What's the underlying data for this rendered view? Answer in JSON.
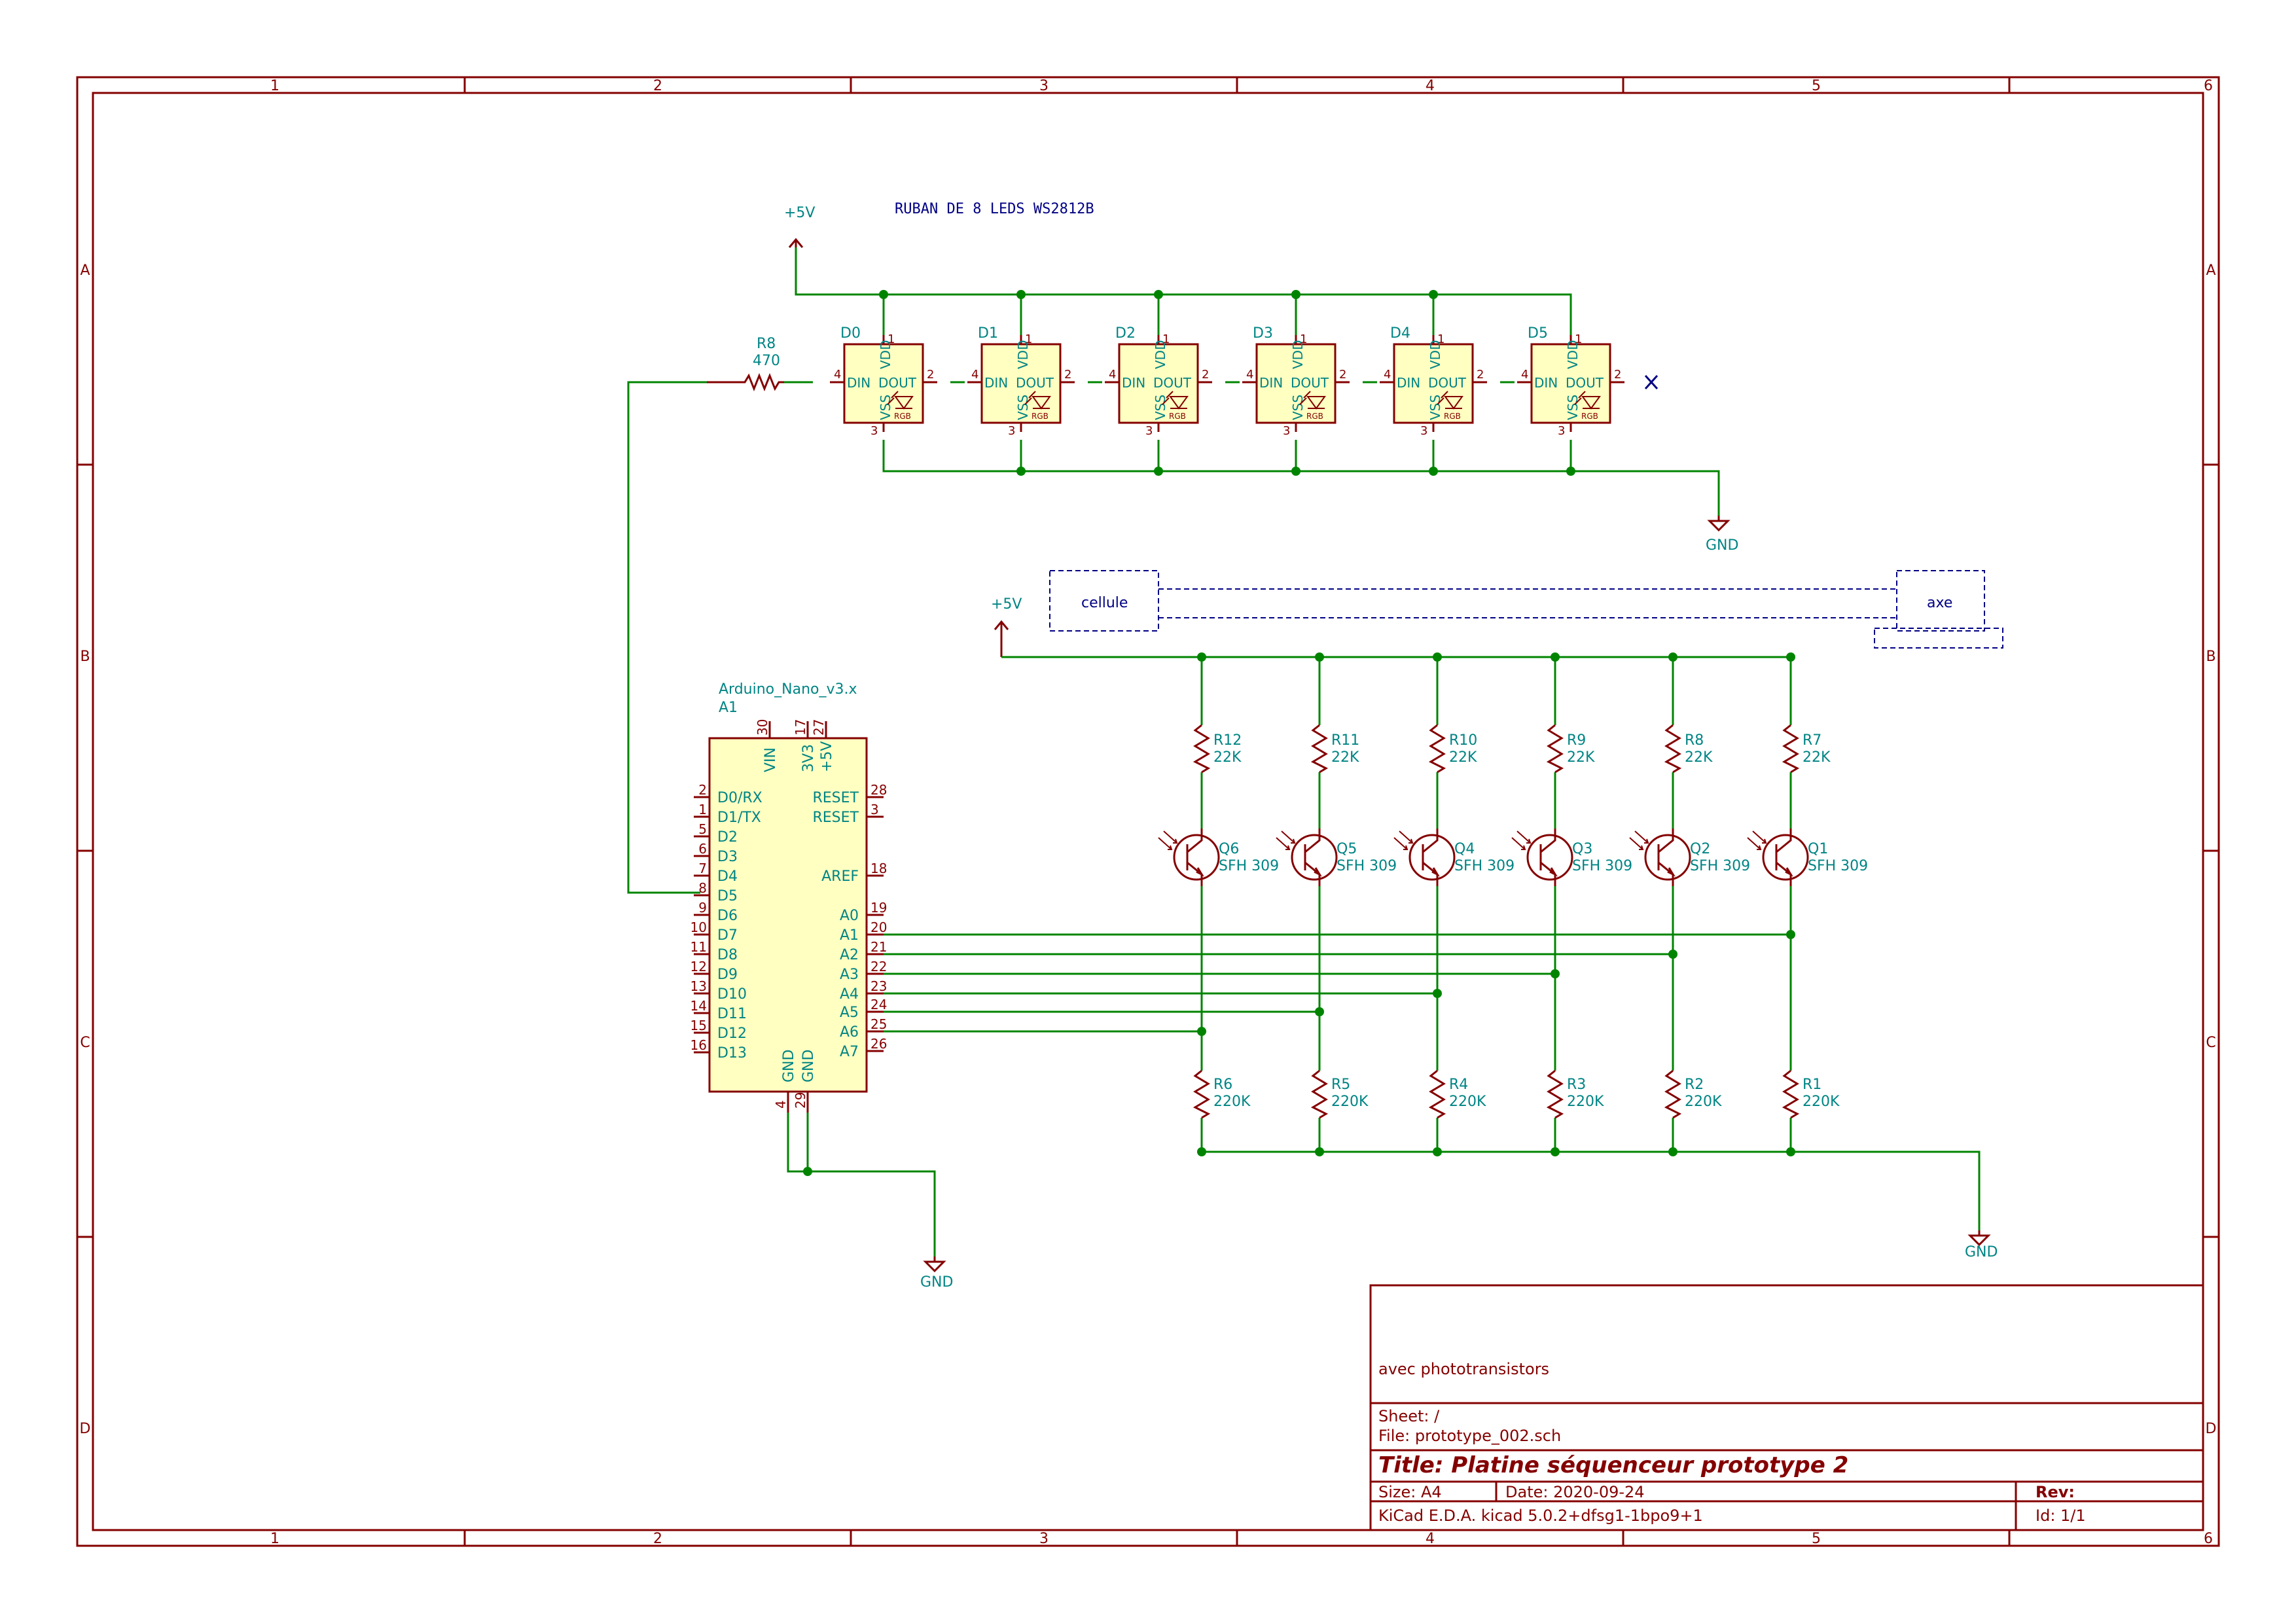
{
  "frame": {
    "columns": [
      "1",
      "2",
      "3",
      "4",
      "5",
      "6"
    ],
    "rows": [
      "A",
      "B",
      "C",
      "D"
    ]
  },
  "notes": {
    "strip_title": "RUBAN DE 8 LEDS WS2812B",
    "cellule": "cellule",
    "axe": "axe"
  },
  "power": {
    "vcc": "+5V",
    "gnd": "GND"
  },
  "r8": {
    "ref": "R8",
    "value": "470"
  },
  "leds": [
    {
      "ref": "D0"
    },
    {
      "ref": "D1"
    },
    {
      "ref": "D2"
    },
    {
      "ref": "D3"
    },
    {
      "ref": "D4"
    },
    {
      "ref": "D5"
    }
  ],
  "led_pins": {
    "din": "DIN",
    "dout": "DOUT",
    "vdd": "VDD",
    "vss": "VSS",
    "rgb": "RGB",
    "n_din": "4",
    "n_dout": "2",
    "n_vdd": "1",
    "n_vss": "3"
  },
  "arduino": {
    "value": "Arduino_Nano_v3.x",
    "ref": "A1",
    "left_pins": [
      {
        "num": "2",
        "name": "D0/RX"
      },
      {
        "num": "1",
        "name": "D1/TX"
      },
      {
        "num": "5",
        "name": "D2"
      },
      {
        "num": "6",
        "name": "D3"
      },
      {
        "num": "7",
        "name": "D4"
      },
      {
        "num": "8",
        "name": "D5"
      },
      {
        "num": "9",
        "name": "D6"
      },
      {
        "num": "10",
        "name": "D7"
      },
      {
        "num": "11",
        "name": "D8"
      },
      {
        "num": "12",
        "name": "D9"
      },
      {
        "num": "13",
        "name": "D10"
      },
      {
        "num": "14",
        "name": "D11"
      },
      {
        "num": "15",
        "name": "D12"
      },
      {
        "num": "16",
        "name": "D13"
      }
    ],
    "right_pins": [
      {
        "num": "28",
        "name": "RESET"
      },
      {
        "num": "3",
        "name": "RESET"
      },
      {
        "num": "18",
        "name": "AREF"
      },
      {
        "num": "19",
        "name": "A0"
      },
      {
        "num": "20",
        "name": "A1"
      },
      {
        "num": "21",
        "name": "A2"
      },
      {
        "num": "22",
        "name": "A3"
      },
      {
        "num": "23",
        "name": "A4"
      },
      {
        "num": "24",
        "name": "A5"
      },
      {
        "num": "25",
        "name": "A6"
      },
      {
        "num": "26",
        "name": "A7"
      }
    ],
    "top_pins": [
      {
        "num": "30",
        "name": "VIN"
      },
      {
        "num": "17",
        "name": "3V3"
      },
      {
        "num": "27",
        "name": "+5V"
      }
    ],
    "bottom_pins": [
      {
        "num": "4",
        "name": "GND"
      },
      {
        "num": "29",
        "name": "GND"
      }
    ]
  },
  "sensors": [
    {
      "rtop": "R12",
      "rtop_val": "22K",
      "q": "Q6",
      "q_val": "SFH 309",
      "rbot": "R6",
      "rbot_val": "220K"
    },
    {
      "rtop": "R11",
      "rtop_val": "22K",
      "q": "Q5",
      "q_val": "SFH 309",
      "rbot": "R5",
      "rbot_val": "220K"
    },
    {
      "rtop": "R10",
      "rtop_val": "22K",
      "q": "Q4",
      "q_val": "SFH 309",
      "rbot": "R4",
      "rbot_val": "220K"
    },
    {
      "rtop": "R9",
      "rtop_val": "22K",
      "q": "Q3",
      "q_val": "SFH 309",
      "rbot": "R3",
      "rbot_val": "220K"
    },
    {
      "rtop": "R8",
      "rtop_val": "22K",
      "q": "Q2",
      "q_val": "SFH 309",
      "rbot": "R2",
      "rbot_val": "220K"
    },
    {
      "rtop": "R7",
      "rtop_val": "22K",
      "q": "Q1",
      "q_val": "SFH 309",
      "rbot": "R1",
      "rbot_val": "220K"
    }
  ],
  "title_block": {
    "comment": "avec phototransistors",
    "sheet": "Sheet: /",
    "file": "File: prototype_002.sch",
    "title": "Title: Platine séquenceur prototype 2",
    "size": "Size: A4",
    "date": "Date: 2020-09-24",
    "rev": "Rev:",
    "tool": "KiCad E.D.A.  kicad 5.0.2+dfsg1-1bpo9+1",
    "id": "Id: 1/1"
  },
  "colors": {
    "frame": "#840000",
    "wire": "#008400",
    "label": "#008484",
    "note": "#000084",
    "body": "#ffffc2"
  }
}
